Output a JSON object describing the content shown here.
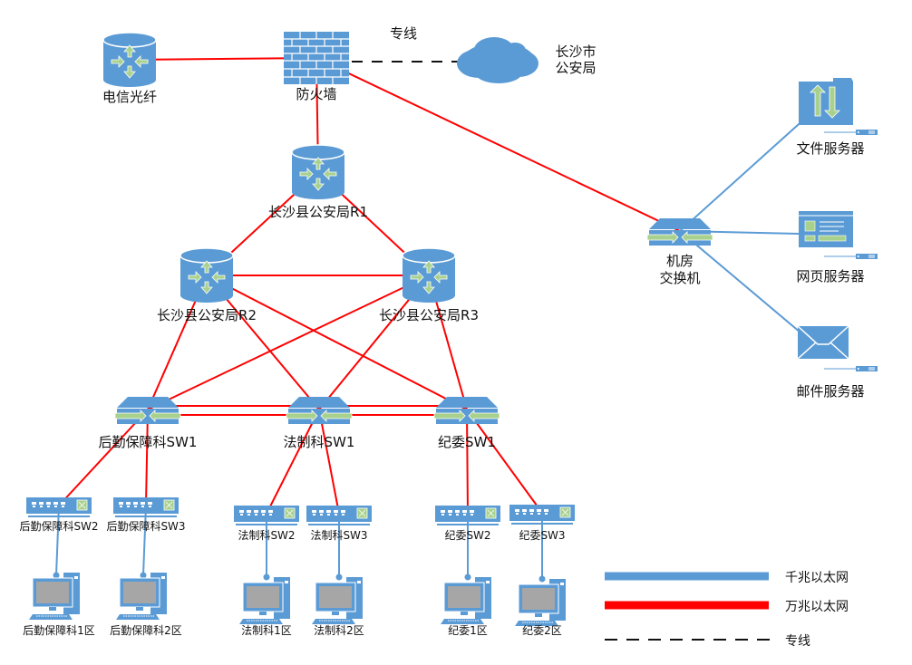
{
  "title": "长沙县公安局网络拓扑图",
  "colors": {
    "gigabit": "#5b9bd5",
    "ten_gigabit": "#ff0000",
    "dedicated": "#111111",
    "device_blue": "#5b9bd5",
    "arrow_green": "#a9d18e",
    "screen_gray": "#a6a6a6"
  },
  "nodes": {
    "telecom": {
      "label": "电信光纤",
      "icon": "router-icon"
    },
    "firewall": {
      "label": "防火墙",
      "icon": "firewall-icon"
    },
    "cloud": {
      "label_line1": "长沙市",
      "label_line2": "公安局",
      "icon": "cloud-icon"
    },
    "dedicated_line": {
      "label": "专线"
    },
    "r1": {
      "label": "长沙县公安局R1",
      "icon": "router-icon"
    },
    "r2": {
      "label": "长沙县公安局R2",
      "icon": "router-icon"
    },
    "r3": {
      "label": "长沙县公安局R3",
      "icon": "router-icon"
    },
    "room_switch": {
      "label_line1": "机房",
      "label_line2": "交换机",
      "icon": "switch-icon"
    },
    "file_server": {
      "label": "文件服务器",
      "icon": "file-server-icon"
    },
    "web_server": {
      "label": "网页服务器",
      "icon": "web-server-icon"
    },
    "mail_server": {
      "label": "邮件服务器",
      "icon": "mail-server-icon"
    },
    "hq_sw1": {
      "label": "后勤保障科SW1",
      "icon": "switch-icon"
    },
    "fz_sw1": {
      "label": "法制科SW1",
      "icon": "switch-icon"
    },
    "jw_sw1": {
      "label": "纪委SW1",
      "icon": "switch-icon"
    },
    "hq_sw2": {
      "label": "后勤保障科SW2",
      "icon": "access-switch-icon"
    },
    "hq_sw3": {
      "label": "后勤保障科SW3",
      "icon": "access-switch-icon"
    },
    "fz_sw2": {
      "label": "法制科SW2",
      "icon": "access-switch-icon"
    },
    "fz_sw3": {
      "label": "法制科SW3",
      "icon": "access-switch-icon"
    },
    "jw_sw2": {
      "label": "纪委SW2",
      "icon": "access-switch-icon"
    },
    "jw_sw3": {
      "label": "纪委SW3",
      "icon": "access-switch-icon"
    },
    "hq_pc1": {
      "label": "后勤保障科1区",
      "icon": "workstation-icon"
    },
    "hq_pc2": {
      "label": "后勤保障科2区",
      "icon": "workstation-icon"
    },
    "fz_pc1": {
      "label": "法制科1区",
      "icon": "workstation-icon"
    },
    "fz_pc2": {
      "label": "法制科2区",
      "icon": "workstation-icon"
    },
    "jw_pc1": {
      "label": "纪委1区",
      "icon": "workstation-icon"
    },
    "jw_pc2": {
      "label": "纪委2区",
      "icon": "workstation-icon"
    }
  },
  "links": [
    {
      "from": "telecom",
      "to": "firewall",
      "type": "ten_gigabit"
    },
    {
      "from": "firewall",
      "to": "cloud",
      "type": "dedicated"
    },
    {
      "from": "firewall",
      "to": "r1",
      "type": "ten_gigabit"
    },
    {
      "from": "firewall",
      "to": "room_switch",
      "type": "ten_gigabit"
    },
    {
      "from": "r1",
      "to": "r2",
      "type": "ten_gigabit"
    },
    {
      "from": "r1",
      "to": "r3",
      "type": "ten_gigabit"
    },
    {
      "from": "r2",
      "to": "r3",
      "type": "ten_gigabit"
    },
    {
      "from": "r2",
      "to": "hq_sw1",
      "type": "ten_gigabit"
    },
    {
      "from": "r2",
      "to": "fz_sw1",
      "type": "ten_gigabit"
    },
    {
      "from": "r2",
      "to": "jw_sw1",
      "type": "ten_gigabit"
    },
    {
      "from": "r3",
      "to": "hq_sw1",
      "type": "ten_gigabit"
    },
    {
      "from": "r3",
      "to": "fz_sw1",
      "type": "ten_gigabit"
    },
    {
      "from": "r3",
      "to": "jw_sw1",
      "type": "ten_gigabit"
    },
    {
      "from": "hq_sw1",
      "to": "fz_sw1",
      "type": "ten_gigabit",
      "double": true
    },
    {
      "from": "fz_sw1",
      "to": "jw_sw1",
      "type": "ten_gigabit",
      "double": true
    },
    {
      "from": "hq_sw1",
      "to": "hq_sw2",
      "type": "ten_gigabit"
    },
    {
      "from": "hq_sw1",
      "to": "hq_sw3",
      "type": "ten_gigabit"
    },
    {
      "from": "fz_sw1",
      "to": "fz_sw2",
      "type": "ten_gigabit"
    },
    {
      "from": "fz_sw1",
      "to": "fz_sw3",
      "type": "ten_gigabit"
    },
    {
      "from": "jw_sw1",
      "to": "jw_sw2",
      "type": "ten_gigabit"
    },
    {
      "from": "jw_sw1",
      "to": "jw_sw3",
      "type": "ten_gigabit"
    },
    {
      "from": "room_switch",
      "to": "file_server",
      "type": "gigabit"
    },
    {
      "from": "room_switch",
      "to": "web_server",
      "type": "gigabit"
    },
    {
      "from": "room_switch",
      "to": "mail_server",
      "type": "gigabit"
    },
    {
      "from": "hq_sw2",
      "to": "hq_pc1",
      "type": "gigabit"
    },
    {
      "from": "hq_sw3",
      "to": "hq_pc2",
      "type": "gigabit"
    },
    {
      "from": "fz_sw2",
      "to": "fz_pc1",
      "type": "gigabit"
    },
    {
      "from": "fz_sw3",
      "to": "fz_pc2",
      "type": "gigabit"
    },
    {
      "from": "jw_sw2",
      "to": "jw_pc1",
      "type": "gigabit"
    },
    {
      "from": "jw_sw3",
      "to": "jw_pc2",
      "type": "gigabit"
    }
  ],
  "legend": {
    "gigabit": "千兆以太网",
    "ten_gigabit": "万兆以太网",
    "dedicated": "专线"
  }
}
